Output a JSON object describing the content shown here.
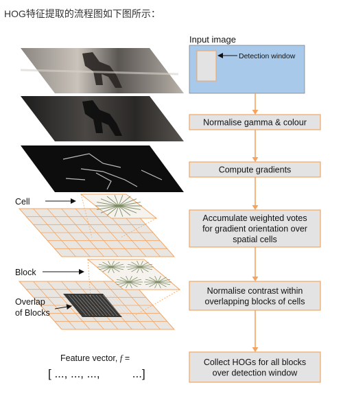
{
  "heading": "HOG特征提取的流程图如下图所示：",
  "input_label": "Input image",
  "detection_window_label": "Detection window",
  "steps": [
    [
      "Normalise gamma & colour"
    ],
    [
      "Compute gradients"
    ],
    [
      "Accumulate weighted votes",
      "for gradient orientation over",
      "spatial cells"
    ],
    [
      "Normalise contrast within",
      "overlapping blocks of cells"
    ],
    [
      "Collect HOGs for all blocks",
      "over detection window"
    ]
  ],
  "left_labels": {
    "cell": "Cell",
    "block": "Block",
    "overlap_line1": "Overlap",
    "overlap_line2": "of Blocks"
  },
  "feature_vector": {
    "label_prefix": "Feature vector, ",
    "symbol": "f",
    "label_suffix": " =",
    "bracket_text": "[ ..., ..., ...,          ...]"
  },
  "colors": {
    "input_box_fill": "#a9c9ea",
    "box_fill": "#e3e3e3",
    "accent_orange": "#f4a460",
    "grid_fill": "#e9e6e2"
  }
}
